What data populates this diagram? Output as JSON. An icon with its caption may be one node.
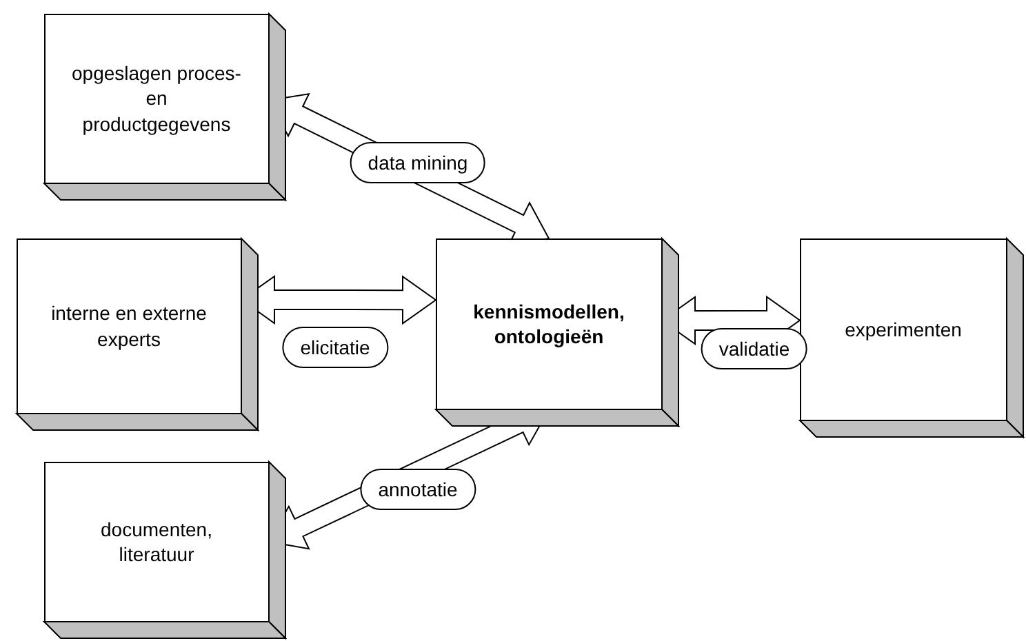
{
  "diagram": {
    "nodes": [
      {
        "text": [
          "opgeslagen proces- en productgegevens"
        ]
      },
      {
        "text": [
          "interne en externe experts"
        ]
      },
      {
        "text": [
          "kennismodellen, ontologieën"
        ]
      },
      {
        "text": [
          "experimenten"
        ]
      },
      {
        "text": [
          "documenten, literatuur"
        ]
      }
    ],
    "edges": [
      {
        "from": 0,
        "to": 2,
        "arrow": "both",
        "label": "data mining"
      },
      {
        "from": 1,
        "to": 2,
        "arrow": "both",
        "label": "elicitatie"
      },
      {
        "from": 2,
        "to": 3,
        "arrow": "both",
        "label": "validatie"
      },
      {
        "from": 4,
        "to": 2,
        "arrow": "both",
        "label": "annotatie"
      }
    ]
  }
}
